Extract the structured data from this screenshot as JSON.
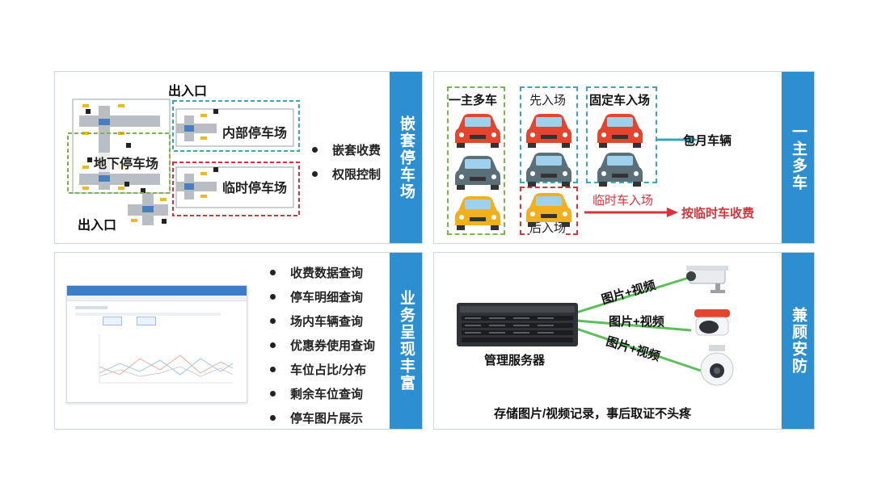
{
  "panel_top_left": {
    "side_title": "嵌套停车场",
    "labels": {
      "exit_top": "出入口",
      "exit_bottom": "出入口",
      "underground": "地下停车场",
      "internal": "内部停车场",
      "temporary": "临时停车场"
    },
    "bullets": [
      "嵌套收费",
      "权限控制"
    ]
  },
  "panel_top_right": {
    "side_title": "一主多车",
    "col_labels": [
      "一主多车",
      "先入场",
      "固定车入场"
    ],
    "bottom_label": "后入场",
    "arrow_monthly": "包月车辆",
    "arrow_temp_label": "临时车入场",
    "arrow_temp": "按临时车收费"
  },
  "panel_bottom_left": {
    "side_title": "业务呈现丰富",
    "bullets": [
      "收费数据查询",
      "停车明细查询",
      "场内车辆查询",
      "优惠券使用查询",
      "车位占比/分布",
      "剩余车位查询",
      "停车图片展示"
    ]
  },
  "panel_bottom_right": {
    "side_title": "兼顾安防",
    "server_label": "管理服务器",
    "links": [
      "图片+视频",
      "图片+视频",
      "图片+视频"
    ],
    "caption": "存储图片/视频记录，事后取证不头疼"
  },
  "colors": {
    "accent": "#2e8fd0",
    "green_dash": "#7ab648",
    "cyan_dash": "#3aa6b9",
    "red_dash": "#d9323b",
    "car_red": "#e2462f",
    "car_gray": "#5b6f78",
    "car_yellow": "#f2b01e"
  },
  "icons": [
    "car-icon",
    "server-icon",
    "camera-icon",
    "barrier-gate-icon",
    "arrow-right-icon",
    "bullet-dot-icon"
  ]
}
